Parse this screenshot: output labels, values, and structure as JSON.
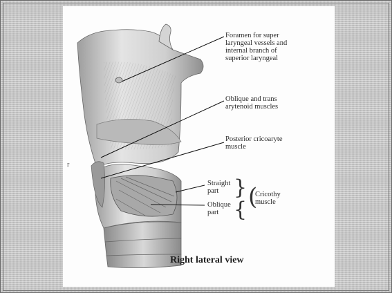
{
  "figure": {
    "caption": "Right lateral view",
    "stray_mark": "r",
    "labels": {
      "foramen": [
        "Foramen for super",
        "laryngeal vessels and",
        "internal branch of",
        "superior laryngeal"
      ],
      "oblique_transverse": [
        "Oblique and trans",
        "arytenoid muscles"
      ],
      "posterior_cricoarytenoid": [
        "Posterior cricoaryte",
        "muscle"
      ],
      "straight_part": [
        "Straight",
        "part"
      ],
      "oblique_part": [
        "Oblique",
        "part"
      ],
      "cricothyroid": [
        "Cricothy",
        "muscle"
      ]
    }
  }
}
